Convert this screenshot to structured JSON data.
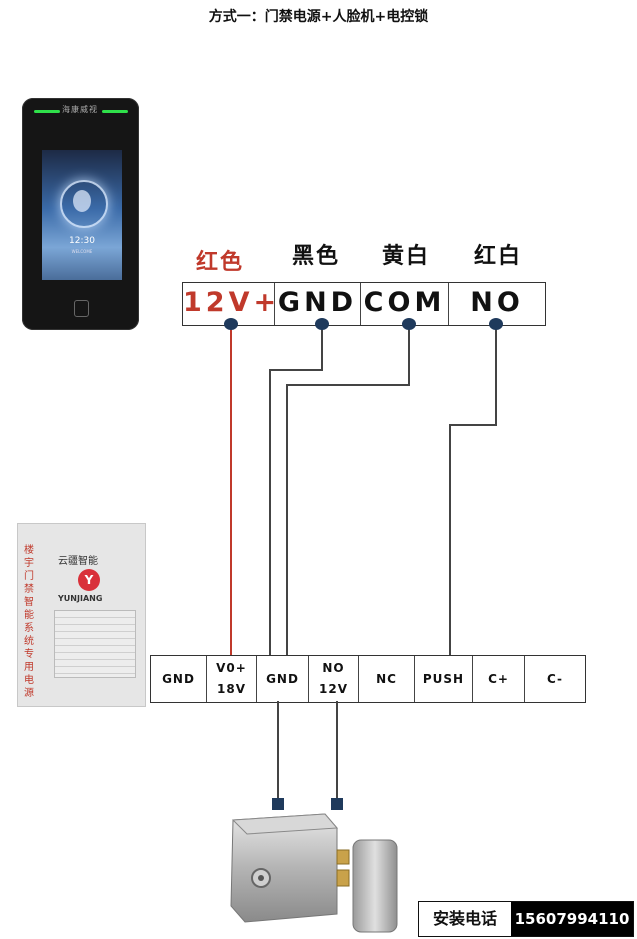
{
  "title": "方式一：门禁电源+人脸机+电控锁",
  "device": {
    "brand": "海康威视",
    "clock": "12:30",
    "clock_sub": "WELCOME"
  },
  "wire_labels": [
    "红色",
    "黑色",
    "黄白",
    "红白"
  ],
  "top_terminal": [
    "12V+",
    "GND",
    "COM",
    "NO"
  ],
  "psu": {
    "vertical_text": "楼宇门禁智能系统专用电源",
    "brand_cn": "云疆智能",
    "logo_letter": "Y",
    "brand_en": "YUNJIANG"
  },
  "bottom_terminal": [
    {
      "l1": "GND",
      "l2": ""
    },
    {
      "l1": "V0+",
      "l2": "18V"
    },
    {
      "l1": "GND",
      "l2": ""
    },
    {
      "l1": "NO",
      "l2": "12V"
    },
    {
      "l1": "NC",
      "l2": ""
    },
    {
      "l1": "PUSH",
      "l2": ""
    },
    {
      "l1": "C+",
      "l2": ""
    },
    {
      "l1": "C-",
      "l2": ""
    }
  ],
  "install": {
    "label": "安装电话",
    "phone": "15607994110"
  },
  "colors": {
    "red": "#c0392b",
    "wire": "#444444",
    "dot": "#1f3a5c",
    "accent": "#d9313a"
  }
}
